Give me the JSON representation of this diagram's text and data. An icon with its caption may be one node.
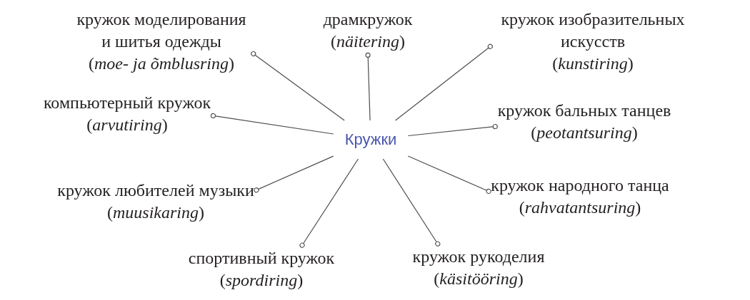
{
  "diagram": {
    "nodes": [
      {
        "text": [
          "Кружки"
        ]
      },
      {
        "text": [
          "кружок моделирования и шитья одежды",
          "(*moe- ja õmblusring*)"
        ]
      },
      {
        "text": [
          "драмкружок",
          "(*näitering*)"
        ]
      },
      {
        "text": [
          "кружок изобразительных искусств",
          "(*kunstiring*)"
        ]
      },
      {
        "text": [
          "компьютерный кружок",
          "(*arvutiring*)"
        ]
      },
      {
        "text": [
          "кружок бальных танцев",
          "(*peotantsuring*)"
        ]
      },
      {
        "text": [
          "кружок любителей музыки",
          "(*muusikaring*)"
        ]
      },
      {
        "text": [
          "кружок народного танца",
          "(*rahvatantsuring*)"
        ]
      },
      {
        "text": [
          "спортивный кружок",
          "(*spordiring*)"
        ]
      },
      {
        "text": [
          "кружок рукоделия",
          "(*käsitööring*)"
        ]
      }
    ],
    "edges": [
      {
        "from": 0,
        "to": 1,
        "arrow": "other"
      },
      {
        "from": 0,
        "to": 2,
        "arrow": "other"
      },
      {
        "from": 0,
        "to": 3,
        "arrow": "other"
      },
      {
        "from": 0,
        "to": 4,
        "arrow": "other"
      },
      {
        "from": 0,
        "to": 5,
        "arrow": "other"
      },
      {
        "from": 0,
        "to": 6,
        "arrow": "other"
      },
      {
        "from": 0,
        "to": 7,
        "arrow": "other"
      },
      {
        "from": 0,
        "to": 8,
        "arrow": "other"
      },
      {
        "from": 0,
        "to": 9,
        "arrow": "other"
      }
    ]
  }
}
